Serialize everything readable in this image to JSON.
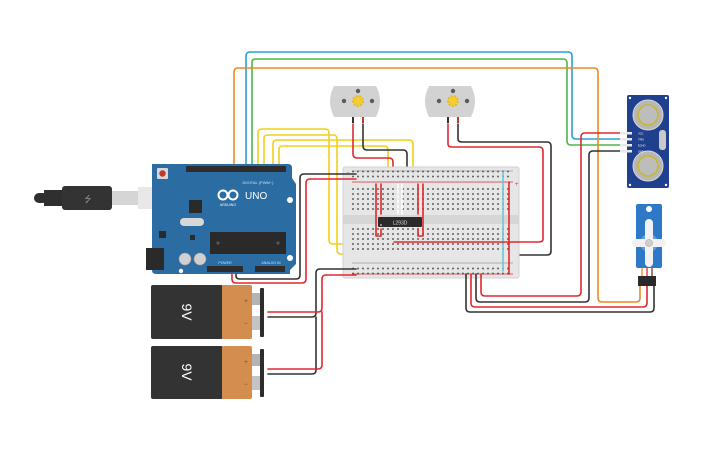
{
  "workspace": {
    "title": "Circuit simulation canvas",
    "background": "#ffffff"
  },
  "components": {
    "usb_cable": {
      "name": "USB cable",
      "symbol": "⭍"
    },
    "arduino": {
      "logo_text": "UNO",
      "brand_text": "ARDUINO",
      "digital_label": "DIGITAL (PWM~)",
      "power_label": "POWER",
      "analog_label": "ANALOG IN",
      "aref_label": "AREF",
      "board_color": "#2b6ca3"
    },
    "motor_left": {
      "name": "DC Motor 1"
    },
    "motor_right": {
      "name": "DC Motor 2"
    },
    "breadboard": {
      "name": "Breadboard small",
      "plus": "+",
      "minus": "-"
    },
    "driver_ic": {
      "label": "L293D"
    },
    "ultrasonic": {
      "name": "HC-SR04 Ultrasonic Distance Sensor",
      "pins": [
        "VCC",
        "TRIG",
        "ECHO",
        "GND"
      ]
    },
    "servo": {
      "name": "Micro Servo"
    },
    "battery_top": {
      "label": "9V",
      "plus": "+",
      "minus": "−"
    },
    "battery_bottom": {
      "label": "9V",
      "plus": "+",
      "minus": "−"
    }
  },
  "wire_colors": {
    "red": "#e0282e",
    "black": "#333333",
    "yellow": "#f2cf19",
    "blue": "#2a9fd8",
    "green": "#4cb84a",
    "orange": "#ef8a1d",
    "cyan": "#6fc6d6"
  }
}
